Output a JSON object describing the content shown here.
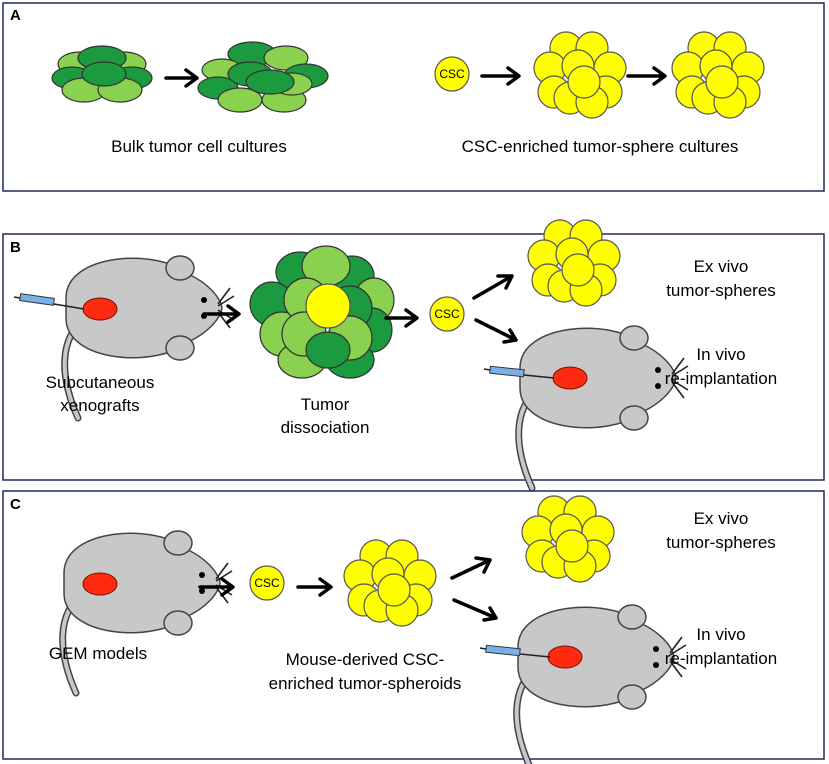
{
  "panels": {
    "a": {
      "label": "A",
      "caption_left": "Bulk tumor cell cultures",
      "caption_right": "CSC-enriched tumor-sphere cultures",
      "csc": "CSC"
    },
    "b": {
      "label": "B",
      "caption_xenografts_1": "Subcutaneous",
      "caption_xenografts_2": "xenografts",
      "caption_dissociation_1": "Tumor",
      "caption_dissociation_2": "dissociation",
      "csc": "CSC",
      "exvivo_1": "Ex vivo",
      "exvivo_2": "tumor-spheres",
      "invivo_1": "In vivo",
      "invivo_2": "re-implantation"
    },
    "c": {
      "label": "C",
      "caption_gem": "GEM models",
      "caption_spheroids_1": "Mouse-derived CSC-",
      "caption_spheroids_2": "enriched tumor-spheroids",
      "csc": "CSC",
      "exvivo_1": "Ex vivo",
      "exvivo_2": "tumor-spheres",
      "invivo_1": "In vivo",
      "invivo_2": "re-implantation"
    }
  },
  "colors": {
    "dark_green": "#1b9a3f",
    "light_green": "#8ad14f",
    "sphere_yellow": "#ffff00",
    "tumor_red": "#ff2a0f",
    "mouse_gray": "#c8c8c8",
    "panel_border": "#1f2a5a"
  }
}
